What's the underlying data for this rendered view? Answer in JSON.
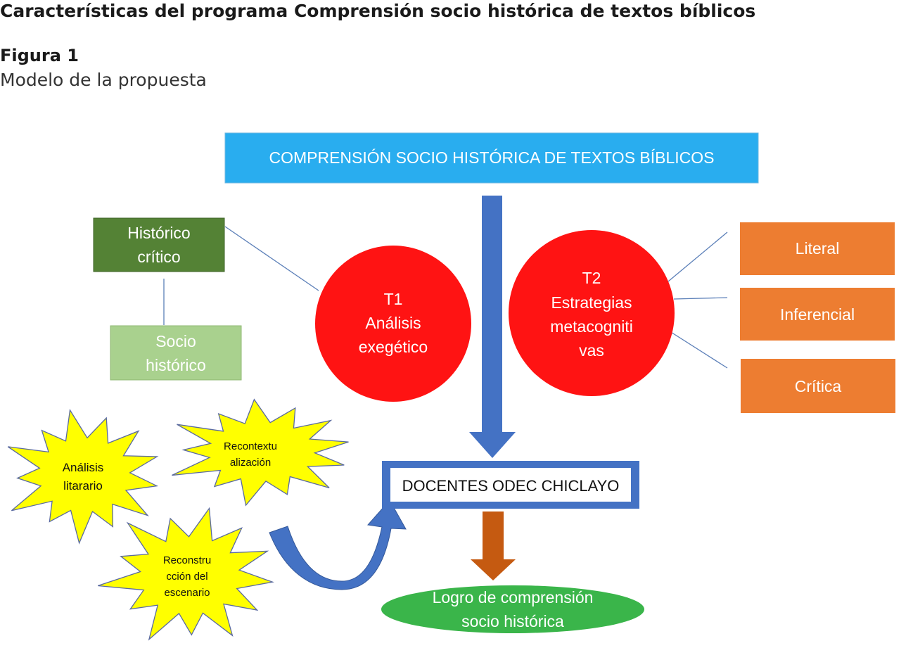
{
  "header": {
    "section_title": "Características del programa Comprensión socio histórica de textos bíblicos",
    "figure_label": "Figura 1",
    "figure_caption": "Modelo de la propuesta"
  },
  "diagram": {
    "main_title": "COMPRENSIÓN SOCIO HISTÓRICA DE TEXTOS BÍBLICOS",
    "historico_critico": [
      "Histórico",
      "crítico"
    ],
    "socio_historico": [
      "Socio",
      "histórico"
    ],
    "t1": [
      "T1",
      "Análisis",
      "exegético"
    ],
    "t2": [
      "T2",
      "Estrategias",
      "metacogniti",
      "vas"
    ],
    "literal": "Literal",
    "inferencial": "Inferencial",
    "critica": "Crítica",
    "analisis_literario": [
      "Análisis",
      "litarario"
    ],
    "recontextualizacion": [
      "Recontextu",
      "alización"
    ],
    "reconstruccion": [
      "Reconstru",
      "cción del",
      "escenario"
    ],
    "docentes": "DOCENTES ODEC CHICLAYO",
    "logro": [
      "Logro de comprensión",
      "socio histórica"
    ]
  },
  "colors": {
    "title_bar": "#29adef",
    "dark_green": "#548235",
    "light_green": "#a9d18e",
    "red_circle": "#ff1313",
    "orange": "#ed7d31",
    "blue_arrow": "#4472c4",
    "brown_arrow": "#c55a11",
    "yellow_burst": "#ffff00",
    "green_ellipse": "#3ab54a"
  }
}
